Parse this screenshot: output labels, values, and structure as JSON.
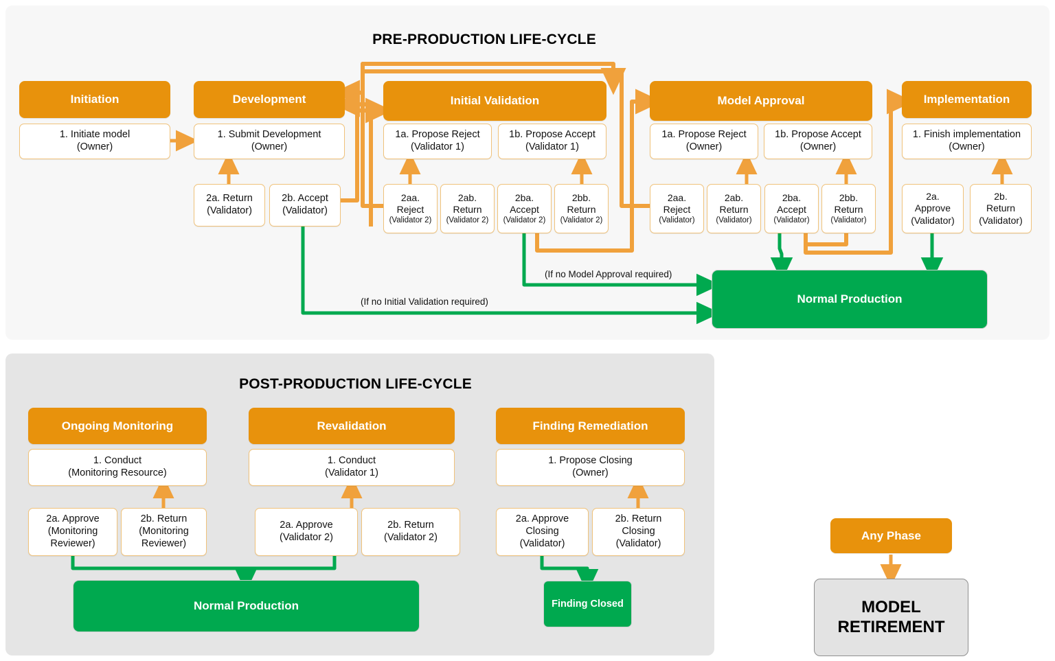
{
  "pre_production": {
    "title": "PRE-PRODUCTION LIFE-CYCLE",
    "phases": [
      {
        "name": "Initiation",
        "steps": [
          {
            "line1": "1. Initiate model",
            "line2": "(Owner)"
          }
        ]
      },
      {
        "name": "Development",
        "steps": [
          {
            "line1": "1. Submit Development",
            "line2": "(Owner)"
          },
          {
            "line1": "2a. Return",
            "line2": "(Validator)"
          },
          {
            "line1": "2b. Accept",
            "line2": "(Validator)"
          }
        ]
      },
      {
        "name": "Initial Validation",
        "steps": [
          {
            "line1": "1a. Propose Reject",
            "line2": "(Validator 1)"
          },
          {
            "line1": "1b. Propose Accept",
            "line2": "(Validator 1)"
          },
          {
            "line1": "2aa.",
            "line2": "Reject",
            "line3": "(Validator 2)"
          },
          {
            "line1": "2ab.",
            "line2": "Return",
            "line3": "(Validator 2)"
          },
          {
            "line1": "2ba.",
            "line2": "Accept",
            "line3": "(Validator 2)"
          },
          {
            "line1": "2bb.",
            "line2": "Return",
            "line3": "(Validator 2)"
          }
        ]
      },
      {
        "name": "Model Approval",
        "steps": [
          {
            "line1": "1a. Propose Reject",
            "line2": "(Owner)"
          },
          {
            "line1": "1b. Propose Accept",
            "line2": "(Owner)"
          },
          {
            "line1": "2aa.",
            "line2": "Reject",
            "line3": "(Validator)"
          },
          {
            "line1": "2ab.",
            "line2": "Return",
            "line3": "(Validator)"
          },
          {
            "line1": "2ba.",
            "line2": "Accept",
            "line3": "(Validator)"
          },
          {
            "line1": "2bb.",
            "line2": "Return",
            "line3": "(Validator)"
          }
        ]
      },
      {
        "name": "Implementation",
        "steps": [
          {
            "line1": "1. Finish implementation",
            "line2": "(Owner)"
          },
          {
            "line1": "2a.",
            "line2": "Approve",
            "line3": "(Validator)"
          },
          {
            "line1": "2b.",
            "line2": "Return",
            "line3": "(Validator)"
          }
        ]
      }
    ],
    "terminal": "Normal Production",
    "edge_labels": {
      "no_model_approval": "(If no Model Approval required)",
      "no_initial_validation": "(If no Initial Validation required)"
    }
  },
  "post_production": {
    "title": "POST-PRODUCTION LIFE-CYCLE",
    "phases": [
      {
        "name": "Ongoing Monitoring",
        "steps": [
          {
            "line1": "1. Conduct",
            "line2": "(Monitoring Resource)"
          },
          {
            "line1": "2a. Approve",
            "line2": "(Monitoring",
            "line3": "Reviewer)"
          },
          {
            "line1": "2b. Return",
            "line2": "(Monitoring",
            "line3": "Reviewer)"
          }
        ]
      },
      {
        "name": "Revalidation",
        "steps": [
          {
            "line1": "1. Conduct",
            "line2": "(Validator 1)"
          },
          {
            "line1": "2a. Approve",
            "line2": "(Validator 2)"
          },
          {
            "line1": "2b. Return",
            "line2": "(Validator 2)"
          }
        ]
      },
      {
        "name": "Finding Remediation",
        "steps": [
          {
            "line1": "1. Propose Closing",
            "line2": "(Owner)"
          },
          {
            "line1": "2a. Approve",
            "line2": "Closing",
            "line3": "(Validator)"
          },
          {
            "line1": "2b. Return",
            "line2": "Closing",
            "line3": "(Validator)"
          }
        ]
      }
    ],
    "terminals": {
      "normal_production": "Normal Production",
      "finding_closed": "Finding Closed"
    }
  },
  "retirement": {
    "any_phase": "Any Phase",
    "model_retirement_line1": "MODEL",
    "model_retirement_line2": "RETIREMENT"
  },
  "colors": {
    "orange": "#e8920c",
    "orange_line": "#f0a13c",
    "green": "#00a94f",
    "grey_box": "#e3e3e3",
    "pre_panel_bg": "#f7f7f7",
    "post_panel_bg": "#e5e5e5"
  }
}
